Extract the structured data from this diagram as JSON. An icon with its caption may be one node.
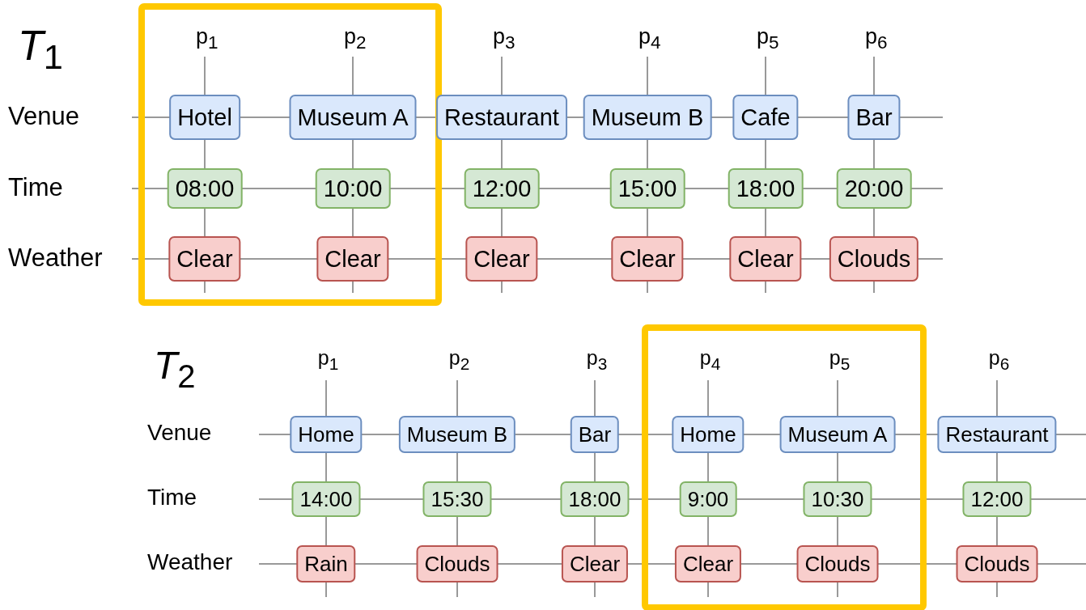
{
  "diagram": {
    "nodes": [
      {
        "text": [],
        "shape": "box"
      },
      {
        "text": [
          "Hotel"
        ],
        "in": 0
      },
      {
        "text": [
          "Museum A"
        ],
        "in": 0
      },
      {
        "text": [
          "Restaurant"
        ]
      },
      {
        "text": [
          "Museum B"
        ]
      },
      {
        "text": [
          "Cafe"
        ]
      },
      {
        "text": [
          "Bar"
        ]
      },
      {
        "text": [
          "08:00"
        ],
        "in": 0
      },
      {
        "text": [
          "10:00"
        ],
        "in": 0
      },
      {
        "text": [
          "12:00"
        ]
      },
      {
        "text": [
          "15:00"
        ]
      },
      {
        "text": [
          "18:00"
        ]
      },
      {
        "text": [
          "20:00"
        ]
      },
      {
        "text": [
          "Clear"
        ],
        "in": 0
      },
      {
        "text": [
          "Clear"
        ],
        "in": 0
      },
      {
        "text": [
          "Clear"
        ]
      },
      {
        "text": [
          "Clear"
        ]
      },
      {
        "text": [
          "Clear"
        ]
      },
      {
        "text": [
          "Clouds"
        ]
      },
      {
        "text": [],
        "shape": "box"
      },
      {
        "text": [
          "Home"
        ]
      },
      {
        "text": [
          "Museum B"
        ]
      },
      {
        "text": [
          "Bar"
        ]
      },
      {
        "text": [
          "Home"
        ],
        "in": 19
      },
      {
        "text": [
          "Museum A"
        ],
        "in": 19
      },
      {
        "text": [
          "Restaurant"
        ]
      },
      {
        "text": [
          "14:00"
        ]
      },
      {
        "text": [
          "15:30"
        ]
      },
      {
        "text": [
          "18:00"
        ]
      },
      {
        "text": [
          "9:00"
        ],
        "in": 19
      },
      {
        "text": [
          "10:30"
        ],
        "in": 19
      },
      {
        "text": [
          "12:00"
        ]
      },
      {
        "text": [
          "Rain"
        ]
      },
      {
        "text": [
          "Clouds"
        ]
      },
      {
        "text": [
          "Clear"
        ]
      },
      {
        "text": [
          "Clear"
        ],
        "in": 19
      },
      {
        "text": [
          "Clouds"
        ],
        "in": 19
      },
      {
        "text": [
          "Clouds"
        ]
      }
    ],
    "edges": [],
    "labels": [
      "*T*$_{1}$",
      "p$_{1}$",
      "p$_{2}$",
      "p$_{3}$",
      "p$_{4}$",
      "p$_{5}$",
      "p$_{6}$",
      "Venue",
      "Time",
      "Weather",
      "*T*$_{2}$",
      "p$_{1}$",
      "p$_{2}$",
      "p$_{3}$",
      "p$_{4}$",
      "p$_{5}$",
      "p$_{6}$",
      "Venue",
      "Time",
      "Weather"
    ]
  }
}
